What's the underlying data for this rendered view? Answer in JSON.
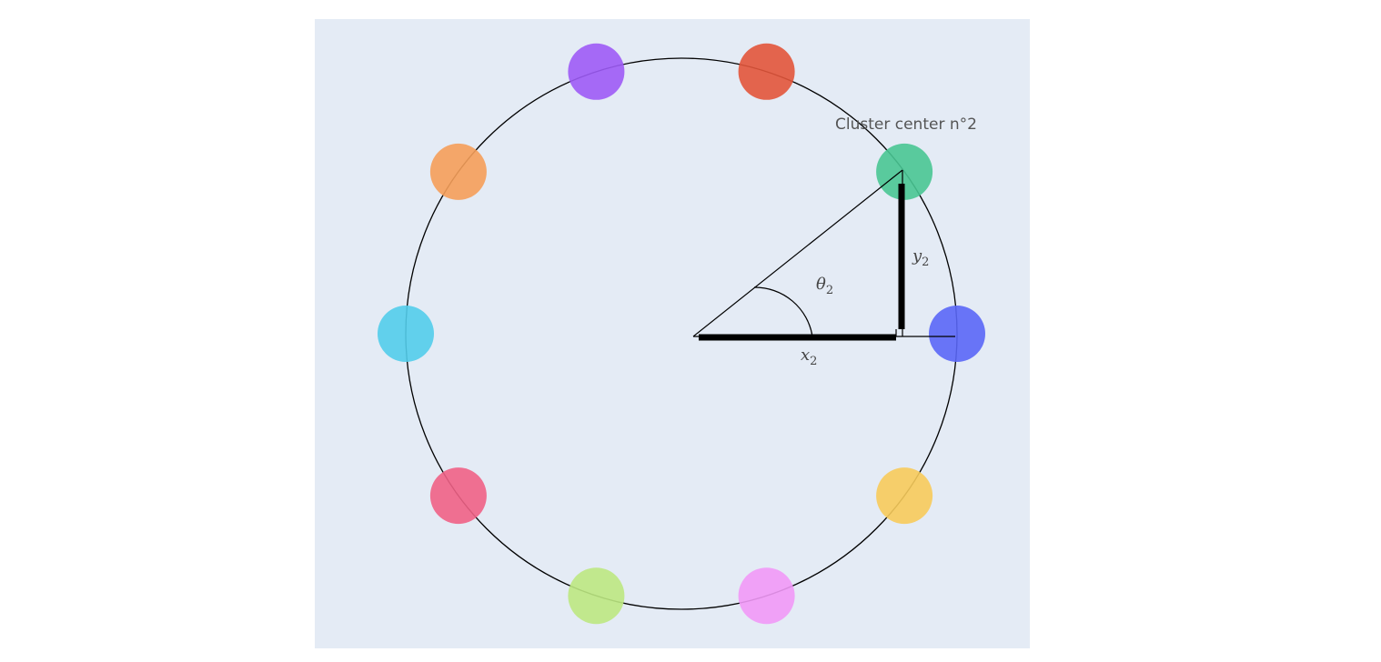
{
  "diagram": {
    "background_color": "#e4ebf5",
    "annotation": "Cluster center n°2",
    "highlighted_cluster_index": 2,
    "clusters": [
      {
        "index": 0,
        "color": "#5a67f7"
      },
      {
        "index": 1,
        "color": "#49c693"
      },
      {
        "index": 2,
        "color": "#e2553b"
      },
      {
        "index": 3,
        "color": "#9d5bf6"
      },
      {
        "index": 4,
        "color": "#f59f5a"
      },
      {
        "index": 5,
        "color": "#52cdeb"
      },
      {
        "index": 6,
        "color": "#ef6286"
      },
      {
        "index": 7,
        "color": "#bde882"
      },
      {
        "index": 8,
        "color": "#f199f7"
      },
      {
        "index": 9,
        "color": "#f7cb5b"
      }
    ],
    "labels": {
      "x_symbol": "x",
      "x_subscript": "2",
      "y_symbol": "y",
      "y_subscript": "2",
      "theta_symbol": "θ",
      "theta_subscript": "2"
    }
  }
}
